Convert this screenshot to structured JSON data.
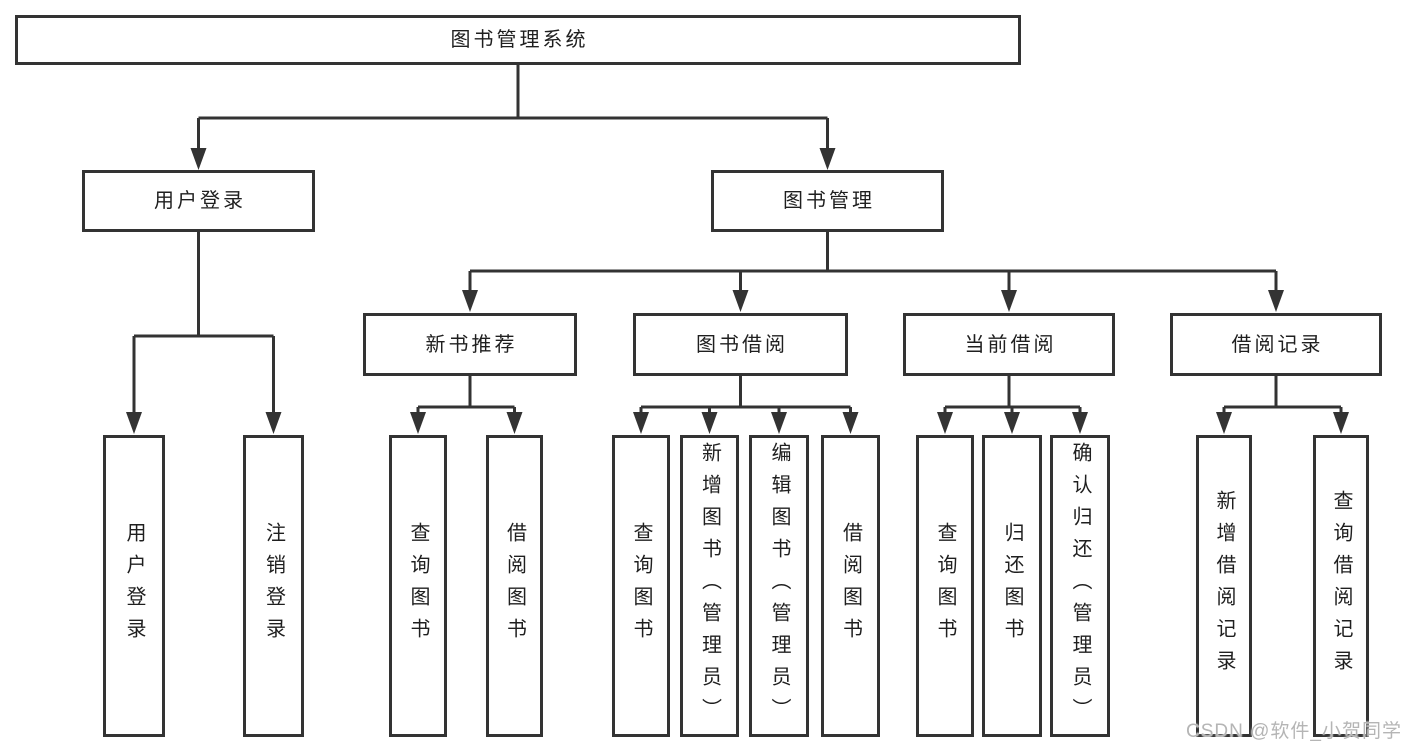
{
  "diagram": {
    "type": "tree",
    "root": {
      "label": "图书管理系统"
    },
    "level2": [
      {
        "label": "用户登录",
        "parent": "图书管理系统"
      },
      {
        "label": "图书管理",
        "parent": "图书管理系统"
      }
    ],
    "level3": [
      {
        "label": "新书推荐",
        "parent": "图书管理"
      },
      {
        "label": "图书借阅",
        "parent": "图书管理"
      },
      {
        "label": "当前借阅",
        "parent": "图书管理"
      },
      {
        "label": "借阅记录",
        "parent": "图书管理"
      }
    ],
    "leaves": [
      {
        "label": "用户登录",
        "parent": "用户登录"
      },
      {
        "label": "注销登录",
        "parent": "用户登录"
      },
      {
        "label": "查询图书",
        "parent": "新书推荐"
      },
      {
        "label": "借阅图书",
        "parent": "新书推荐"
      },
      {
        "label": "查询图书",
        "parent": "图书借阅"
      },
      {
        "label": "新增图书（管理员）",
        "parent": "图书借阅"
      },
      {
        "label": "编辑图书（管理员）",
        "parent": "图书借阅"
      },
      {
        "label": "借阅图书",
        "parent": "图书借阅"
      },
      {
        "label": "查询图书",
        "parent": "当前借阅"
      },
      {
        "label": "归还图书",
        "parent": "当前借阅"
      },
      {
        "label": "确认归还（管理员）",
        "parent": "当前借阅"
      },
      {
        "label": "新增借阅记录",
        "parent": "借阅记录"
      },
      {
        "label": "查询借阅记录",
        "parent": "借阅记录"
      }
    ],
    "watermark": "CSDN @软件_小贺同学",
    "colors": {
      "line": "#333333",
      "box_border": "#333333",
      "text": "#1f1f1f",
      "background": "#ffffff",
      "watermark": "#b5b5b5"
    }
  }
}
